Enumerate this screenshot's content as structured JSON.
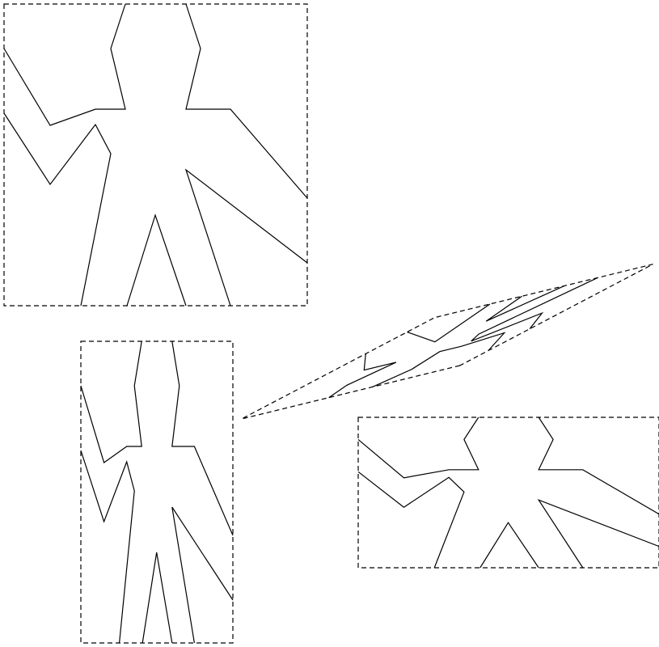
{
  "figure": {
    "background": "#ffffff",
    "line_color": "#000000",
    "panels": [
      {
        "id": "original",
        "transform": "none"
      },
      {
        "id": "sheared",
        "transform": "shear"
      },
      {
        "id": "squeezed-horizontal",
        "transform": "horizontal-compression"
      },
      {
        "id": "squeezed-vertical",
        "transform": "vertical-compression"
      }
    ]
  }
}
